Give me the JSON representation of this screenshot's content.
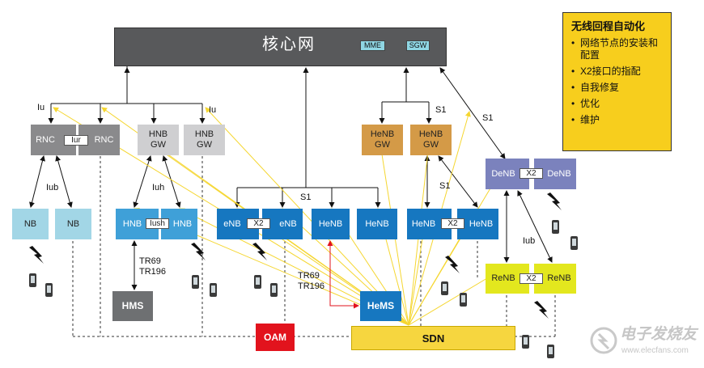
{
  "core": {
    "title": "核心网",
    "mme": "MME",
    "sgw": "SGW"
  },
  "legend": {
    "title": "无线回程自动化",
    "items": [
      "网络节点的安装和配置",
      "X2接口的指配",
      "自我修复",
      "优化",
      "维护"
    ]
  },
  "nodes": {
    "rnc1": "RNC",
    "rnc2": "RNC",
    "iur": "Iur",
    "hnbgw1": [
      "HNB",
      "GW"
    ],
    "hnbgw2": [
      "HNB",
      "GW"
    ],
    "henbgw1": [
      "HeNB",
      "GW"
    ],
    "henbgw2": [
      "HeNB",
      "GW"
    ],
    "nb1": "NB",
    "nb2": "NB",
    "hnb1": "HNB",
    "hnb2": "HNB",
    "iush": "Iush",
    "enb1": "eNB",
    "enb2": "eNB",
    "x2_enb": "X2",
    "henb1": "HeNB",
    "henb2": "HeNB",
    "henb3": "HeNB",
    "henb4": "HeNB",
    "x2_henb": "X2",
    "denb1": "DeNB",
    "denb2": "DeNB",
    "x2_denb": "X2",
    "renb1": "ReNB",
    "renb2": "ReNB",
    "x2_renb": "X2",
    "hms": "HMS",
    "hems": "HeMS",
    "oam": "OAM",
    "sdn": "SDN"
  },
  "labels": {
    "iu_left": "Iu",
    "iu_right": "Iu",
    "iub": "Iub",
    "iuh": "Iuh",
    "s1_center": "S1",
    "s1_henbgw": "S1",
    "s1_lower": "S1",
    "s1_denb": "S1",
    "tr_hms": [
      "TR69",
      "TR196"
    ],
    "tr_hems": [
      "TR69",
      "TR196"
    ],
    "iub_relay": "Iub"
  },
  "watermark": {
    "text": "电子发烧友",
    "url_text": "www.elecfans.com"
  },
  "colors": {
    "core": "#58595b",
    "rnc": "#8a8a8c",
    "hnbgw": "#cfcfd1",
    "henbgw": "#d49a47",
    "nb": "#a2d6e6",
    "hnb": "#3fa0d8",
    "enb": "#1677c0",
    "denb": "#7b82bd",
    "renb": "#e3e71e",
    "hms": "#6e7072",
    "oam": "#e2131d",
    "sdn": "#f6d63f",
    "mme": "#8fd6e3",
    "yellow_line": "#f5d630",
    "red_line": "#e2131d"
  }
}
